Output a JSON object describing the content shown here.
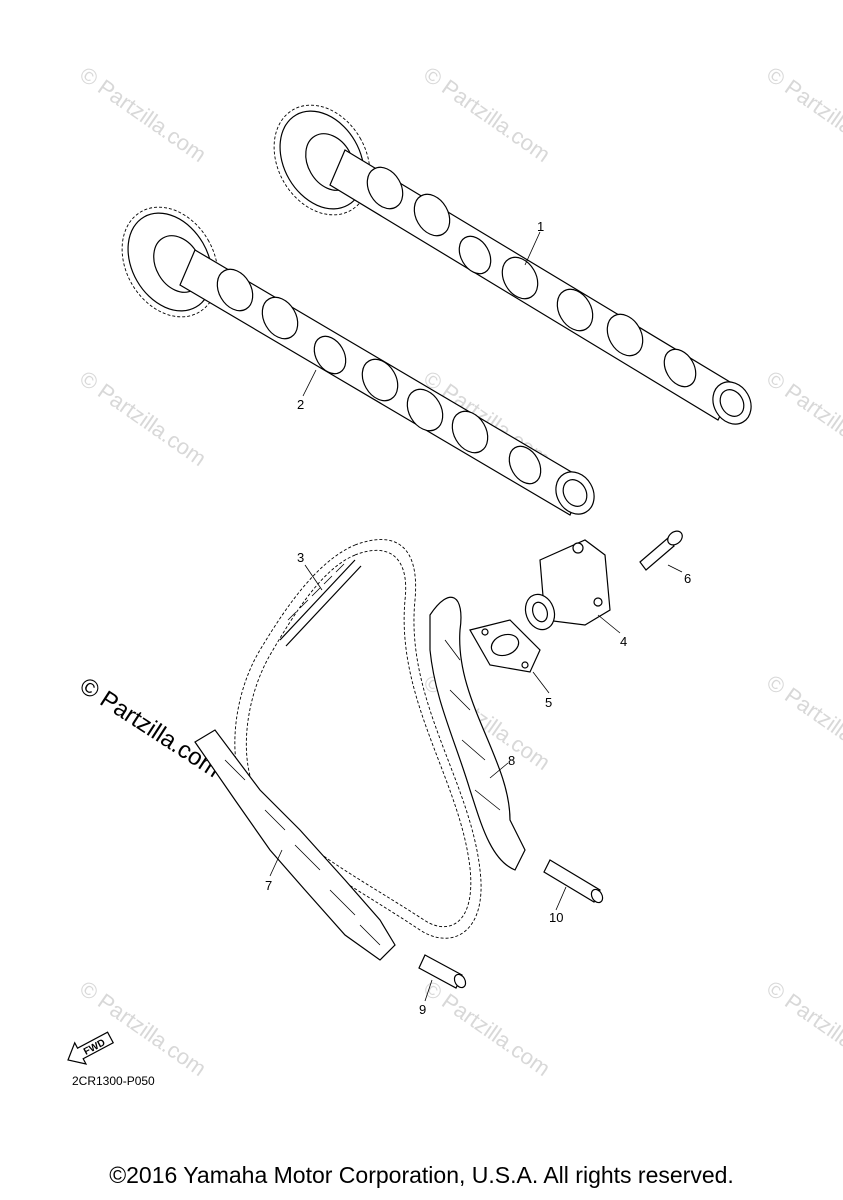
{
  "watermark": {
    "text": "© Partzilla.com"
  },
  "parts": [
    {
      "number": "1"
    },
    {
      "number": "2"
    },
    {
      "number": "3"
    },
    {
      "number": "4"
    },
    {
      "number": "5"
    },
    {
      "number": "6"
    },
    {
      "number": "7"
    },
    {
      "number": "8"
    },
    {
      "number": "9"
    },
    {
      "number": "10"
    }
  ],
  "fwd_badge": "FWD",
  "diagram_code": "2CR1300-P050",
  "copyright": "©2016 Yamaha Motor Corporation, U.S.A. All rights reserved."
}
